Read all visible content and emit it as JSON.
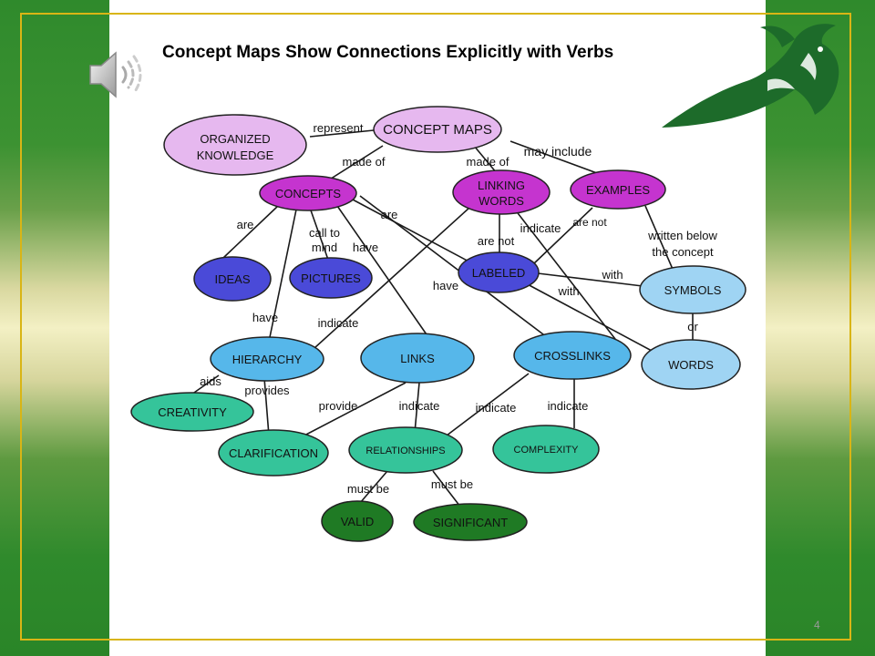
{
  "slide": {
    "title": "Concept Maps Show Connections Explicitly with Verbs",
    "slide_number": "4"
  },
  "colors": {
    "background_green": "#2f8a2c",
    "frame_gold": "#d9b515",
    "concept_maps_fill": "#e6b8ef",
    "concepts_fill": "#c534cf",
    "labeled_fill": "#4a4ad8",
    "symbols_fill": "#9fd4f3",
    "hierarchy_fill": "#56b7ea",
    "teal_fill": "#35c49a",
    "dark_green_fill": "#1f7a24",
    "logo_green": "#1d6b2a"
  },
  "icons": {
    "speaker": "speaker-icon",
    "logo": "ram-logo"
  },
  "nodes": {
    "organized_knowledge": [
      "ORGANIZED",
      "KNOWLEDGE"
    ],
    "concept_maps": [
      "CONCEPT MAPS"
    ],
    "concepts": [
      "CONCEPTS"
    ],
    "linking_words": [
      "LINKING",
      "WORDS"
    ],
    "examples": [
      "EXAMPLES"
    ],
    "ideas": [
      "IDEAS"
    ],
    "pictures": [
      "PICTURES"
    ],
    "labeled": [
      "LABELED"
    ],
    "symbols": [
      "SYMBOLS"
    ],
    "hierarchy": [
      "HIERARCHY"
    ],
    "links": [
      "LINKS"
    ],
    "crosslinks": [
      "CROSSLINKS"
    ],
    "words": [
      "WORDS"
    ],
    "creativity": [
      "CREATIVITY"
    ],
    "clarification": [
      "CLARIFICATION"
    ],
    "relationships": [
      "RELATIONSHIPS"
    ],
    "complexity": [
      "COMPLEXITY"
    ],
    "valid": [
      "VALID"
    ],
    "significant": [
      "SIGNIFICANT"
    ]
  },
  "links": {
    "represent": [
      "represent"
    ],
    "made_of_1": [
      "made of"
    ],
    "made_of_2": [
      "made of"
    ],
    "may_include": [
      "may include"
    ],
    "are_ideas": [
      "are"
    ],
    "call_to_mind": [
      "call to",
      "mind"
    ],
    "have_links": [
      "have"
    ],
    "are_labeled": [
      "are"
    ],
    "indicate_lw": [
      "indicate"
    ],
    "are_not_lw": [
      "are not"
    ],
    "are_not_ex": [
      "are not"
    ],
    "written_below": [
      "written below",
      "the concept"
    ],
    "with_symbols": [
      "with"
    ],
    "with_words": [
      "with"
    ],
    "have_crosslinks": [
      "have"
    ],
    "have_hierarchy": [
      "have"
    ],
    "indicate_hier": [
      "indicate"
    ],
    "or": [
      "or"
    ],
    "aids": [
      "aids"
    ],
    "provides": [
      "provides"
    ],
    "provide": [
      "provide"
    ],
    "indicate_rel": [
      "indicate"
    ],
    "indicate_cross_rel": [
      "indicate"
    ],
    "indicate_complexity": [
      "indicate"
    ],
    "must_be_1": [
      "must be"
    ],
    "must_be_2": [
      "must be"
    ]
  }
}
